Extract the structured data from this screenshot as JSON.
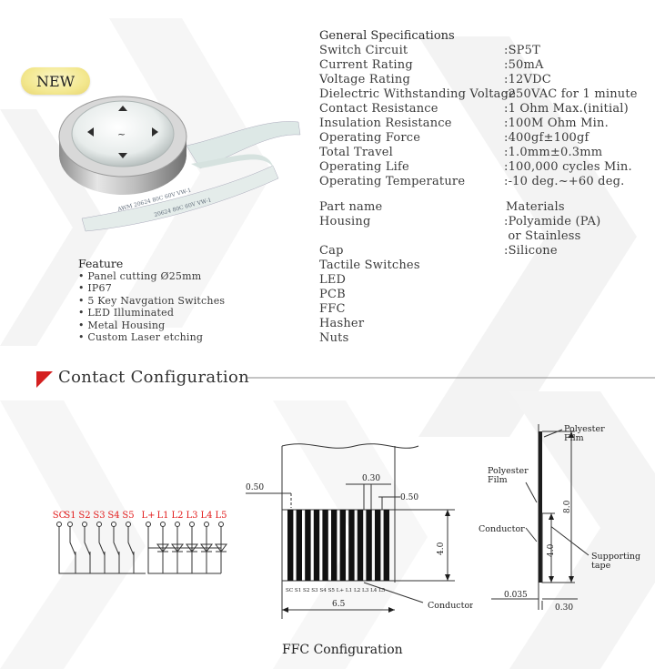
{
  "badge": "NEW",
  "general_specs": {
    "title": "General Specifications",
    "rows": [
      {
        "label": "Switch Circuit",
        "value": ":SP5T"
      },
      {
        "label": "Current Rating",
        "value": ":50mA"
      },
      {
        "label": "Voltage Rating",
        "value": ":12VDC"
      },
      {
        "label": "Dielectric Withstanding Voltage",
        "value": ":250VAC for 1 minute"
      },
      {
        "label": "Contact Resistance",
        "value": ":1 Ohm Max.(initial)"
      },
      {
        "label": "Insulation Resistance",
        "value": ":100M Ohm Min."
      },
      {
        "label": "Operating Force",
        "value": ":400gf±100gf"
      },
      {
        "label": "Total Travel",
        "value": ":1.0mm±0.3mm"
      },
      {
        "label": "Operating Life",
        "value": ":100,000 cycles Min."
      },
      {
        "label": "Operating Temperature",
        "value": ":-10 deg.~+60 deg."
      }
    ]
  },
  "parts": {
    "name_header": "Part name",
    "material_header": "Materials",
    "names": [
      "Housing",
      "Cap",
      "Tactile Switches",
      "LED",
      "PCB",
      "FFC",
      "Hasher",
      "Nuts"
    ],
    "materials": [
      ":Polyamide (PA)",
      " or Stainless",
      ":Silicone"
    ]
  },
  "feature": {
    "title": "Feature",
    "items": [
      "• Panel cutting Ø25mm",
      "• IP67",
      "• 5 Key Navgation Switches",
      "• LED Illuminated",
      "• Metal Housing",
      "• Custom Laser etching"
    ]
  },
  "cable_print": [
    "AWM 20624 80C 60V VW-1",
    "20624 80C 60V VW-1"
  ],
  "section_title": "Contact Configuration",
  "circuit": {
    "pins": [
      "SC",
      "S1",
      "S2",
      "S3",
      "S4",
      "S5",
      "L+",
      "L1",
      "L2",
      "L3",
      "L4",
      "L5"
    ]
  },
  "ffc": {
    "caption": "FFC Configuration",
    "dim_050_left": "0.50",
    "dim_030": "0.30",
    "dim_050_right": "0.50",
    "dim_40": "4.0",
    "dim_65": "6.5",
    "pin_labels": "SC S1 S2 S3 S4 S5  L+ L1 L2 L3 L4 L5",
    "conductor_label": "Conductor"
  },
  "side": {
    "polyester_top": "Polyester\nFilm",
    "polyester_top_1": "Polyester",
    "polyester_top_2": "Film",
    "polyester_left_1": "Polyester",
    "polyester_left_2": "Film",
    "conductor": "Conductor",
    "supporting_1": "Supporting",
    "supporting_2": "tape",
    "dim_80": "8.0",
    "dim_40": "4.0",
    "dim_0035": "0.035",
    "dim_030": "0.30"
  },
  "colors": {
    "pin_red": "#e21c1c",
    "accent_red": "#d42020"
  }
}
